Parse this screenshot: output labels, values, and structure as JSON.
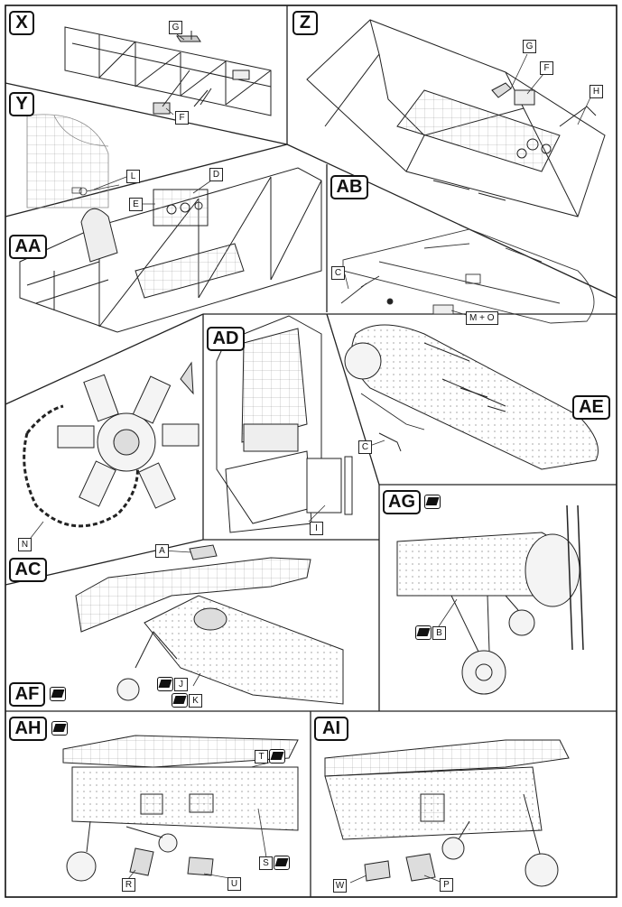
{
  "sheet": {
    "step_labels": {
      "x": "X",
      "z": "Z",
      "y": "Y",
      "aa": "AA",
      "ab": "AB",
      "ad": "AD",
      "ae": "AE",
      "ag": "AG",
      "ac": "AC",
      "af": "AF",
      "ah": "AH",
      "ai": "AI"
    },
    "part_labels": {
      "x_g": "G",
      "x_f": "F",
      "z_g": "G",
      "z_f": "F",
      "z_h": "H",
      "y_l": "L",
      "aa_d": "D",
      "aa_e": "E",
      "ab_c": "C",
      "ab_mo": "M + O",
      "ae_c": "C",
      "n": "N",
      "ad_i": "I",
      "ag_b": "B",
      "ac_a": "A",
      "af_j": "J",
      "af_k": "K",
      "ah_t": "T",
      "ah_s": "S",
      "ah_r": "R",
      "ah_u": "U",
      "ai_w": "W",
      "ai_p": "P"
    }
  }
}
